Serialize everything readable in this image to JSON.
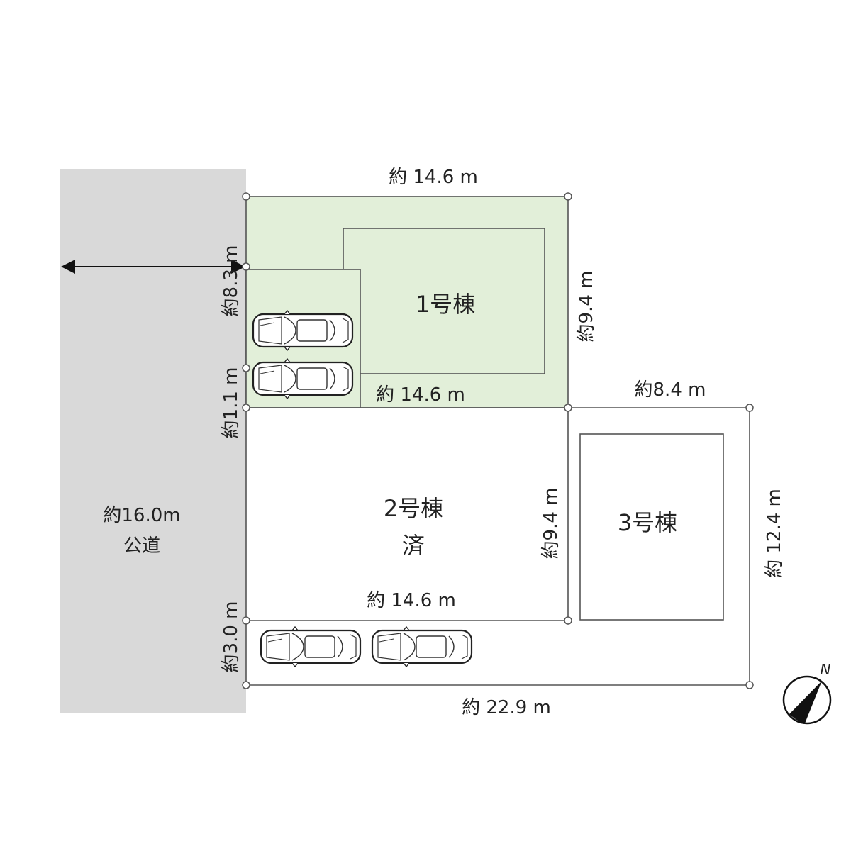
{
  "colors": {
    "road": "#d9d9d9",
    "lot1": "#e2efd9",
    "line": "#555555",
    "text": "#222222"
  },
  "road": {
    "width_label": "約16.0m",
    "name": "公道"
  },
  "buildings": [
    {
      "name": "1号棟",
      "status": ""
    },
    {
      "name": "2号棟",
      "status": "済"
    },
    {
      "name": "3号棟",
      "status": ""
    }
  ],
  "dimensions": {
    "lot1_top": "約 14.6 m",
    "lot1_bottom": "約 14.6 m",
    "lot1_right": "約9.4 m",
    "frontage_upper": "約8.3 m",
    "frontage_gap": "約1.1 m",
    "lot3_top": "約8.4 m",
    "lot2_right": "約9.4 m",
    "lot3_right": "約 12.4 m",
    "lot2_bottom": "約 14.6 m",
    "frontage_lower": "約3.0 m",
    "overall_bottom": "約 22.9 m"
  },
  "compass": {
    "label": "N",
    "icon": "north-arrow-icon"
  },
  "parking": {
    "car_count": 4,
    "icon": "car-icon"
  }
}
